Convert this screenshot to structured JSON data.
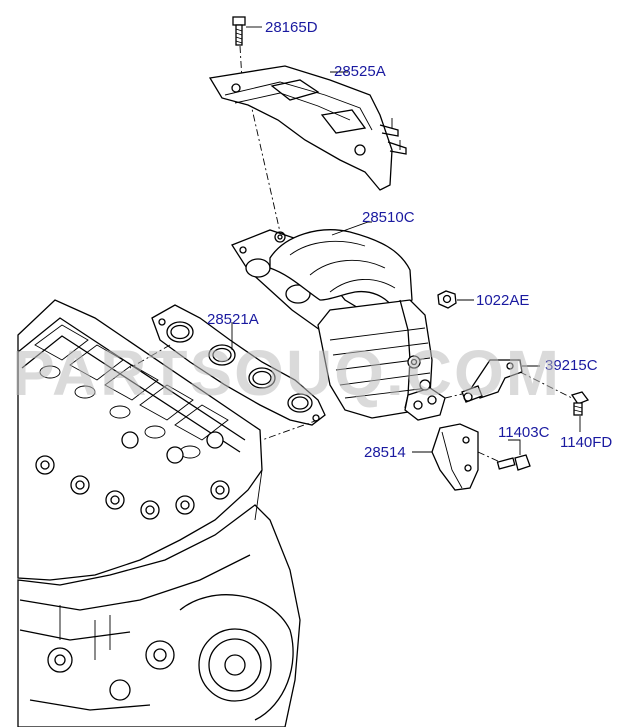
{
  "diagram": {
    "labels": {
      "bolt_top": "28165D",
      "heat_shield": "28525A",
      "exhaust_manifold": "28510C",
      "nut": "1022AE",
      "gasket": "28521A",
      "bracket_right": "39215C",
      "bolt_right": "1140FD",
      "bolt_lower": "11403C",
      "stay_bracket": "28514"
    },
    "watermark": "PARTSOUQ.COM",
    "colors": {
      "label": "#1a1aa0",
      "line": "#000000",
      "watermark": "#bdbdbd"
    }
  }
}
